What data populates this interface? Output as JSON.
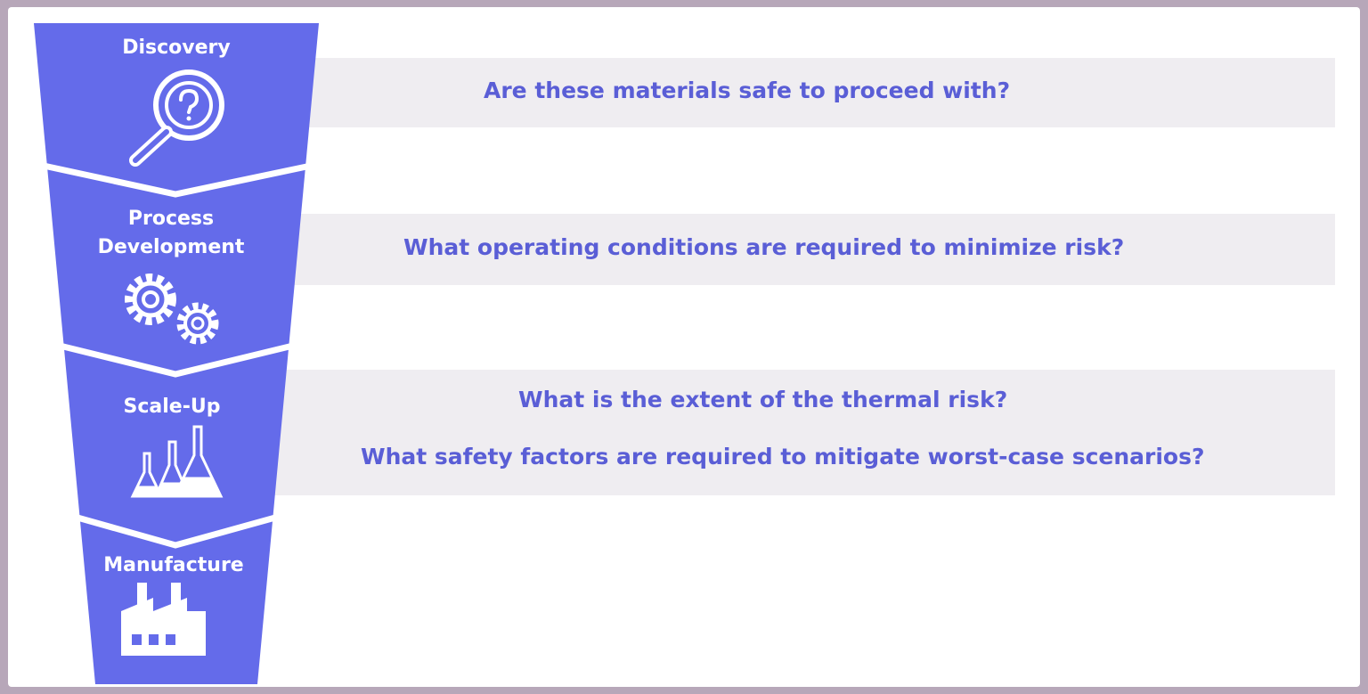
{
  "colors": {
    "funnel": "#646bea",
    "separator": "#ffffff",
    "band": "#efedf1",
    "question_text": "#5a5ed6",
    "frame_border": "#b7a7b9"
  },
  "stages": [
    {
      "label": "Discovery",
      "icon": "magnifier-question-icon"
    },
    {
      "label": "Process\nDevelopment",
      "icon": "gears-icon"
    },
    {
      "label": "Scale-Up",
      "icon": "flasks-icon"
    },
    {
      "label": "Manufacture",
      "icon": "factory-icon"
    }
  ],
  "questions": {
    "discovery": "Are these materials safe to proceed with?",
    "process": "What operating conditions are required to minimize risk?",
    "scaleup_1": "What is the extent of the thermal risk?",
    "scaleup_2": "What safety factors are required to mitigate worst-case scenarios?"
  }
}
